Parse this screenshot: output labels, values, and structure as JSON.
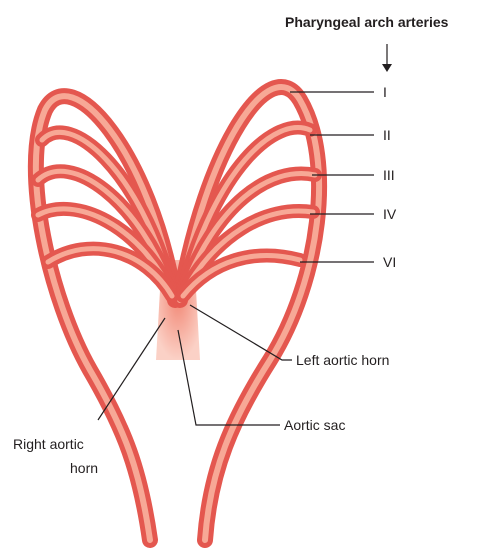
{
  "title": "Pharyngeal arch arteries",
  "arches": [
    {
      "id": "I",
      "label": "I"
    },
    {
      "id": "II",
      "label": "II"
    },
    {
      "id": "III",
      "label": "III"
    },
    {
      "id": "IV",
      "label": "IV"
    },
    {
      "id": "VI",
      "label": "VI"
    }
  ],
  "labels": {
    "left_aortic_horn": "Left aortic horn",
    "aortic_sac": "Aortic sac",
    "right_aortic_horn_line1": "Right aortic",
    "right_aortic_horn_line2": "horn"
  },
  "colors": {
    "vessel_outer": "#e4574f",
    "vessel_inner": "#f6a190",
    "sac_fill": "#f7b09f",
    "text": "#231f20"
  }
}
